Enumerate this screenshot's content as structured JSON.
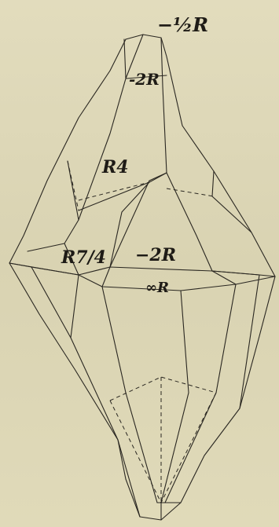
{
  "labels": {
    "top": "−½R",
    "upper_tip": "-2R",
    "r4": "R4",
    "r74": "R7/4",
    "minus2r": "−2R",
    "prism": "∞R"
  },
  "colors": {
    "paper": "#ddd7b7",
    "ink": "#2a2721"
  }
}
